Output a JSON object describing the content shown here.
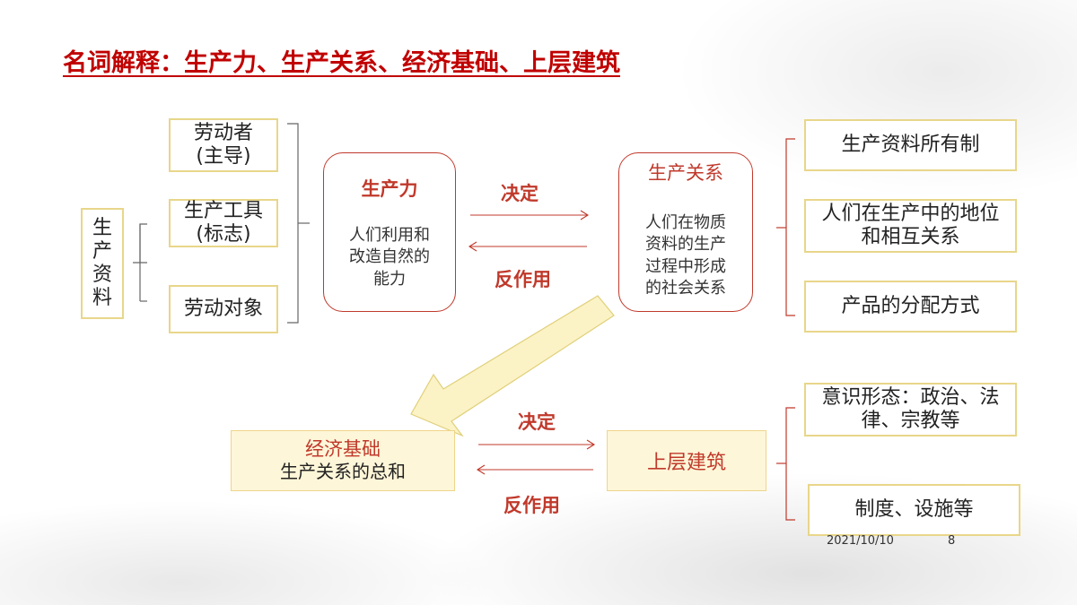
{
  "title": "名词解释：生产力、生产关系、经济基础、上层建筑",
  "means_of_production": {
    "label_chars": [
      "生",
      "产",
      "资",
      "料"
    ],
    "items": [
      {
        "line1": "劳动者",
        "line2": "(主导)"
      },
      {
        "line1": "生产工具",
        "line2": "(标志)"
      },
      {
        "line1": "劳动对象",
        "line2": ""
      }
    ]
  },
  "productive_forces": {
    "title": "生产力",
    "desc": [
      "人们利用和",
      "改造自然的",
      "能力"
    ]
  },
  "relations_of_production": {
    "title": "生产关系",
    "desc": [
      "人们在物质",
      "资料的生产",
      "过程中形成",
      "的社会关系"
    ],
    "components": [
      "生产资料所有制",
      "人们在生产中的地位和相互关系",
      "产品的分配方式"
    ]
  },
  "arrows_top": {
    "determines": "决定",
    "reacts": "反作用"
  },
  "economic_base": {
    "title": "经济基础",
    "desc": "生产关系的总和"
  },
  "superstructure": {
    "title": "上层建筑",
    "components": [
      "意识形态：政治、法律、宗教等",
      "制度、设施等"
    ]
  },
  "arrows_bottom": {
    "determines": "决定",
    "reacts": "反作用"
  },
  "footer": {
    "date": "2021/10/10",
    "page": "8"
  },
  "colors": {
    "accent_red": "#c00000",
    "box_border": "#e8d68a",
    "base_fill": "#fef6d8",
    "arrow_fill": "#fbf3c6"
  }
}
